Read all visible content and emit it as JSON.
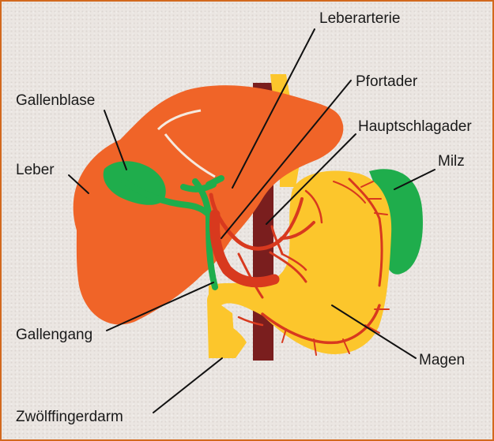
{
  "labels": {
    "leberarterie": "Leberarterie",
    "pfortader": "Pfortader",
    "hauptschlagader": "Hauptschlagader",
    "gallenblase": "Gallenblase",
    "leber": "Leber",
    "milz": "Milz",
    "gallengang": "Gallengang",
    "magen": "Magen",
    "zwoelffingerdarm": "Zwölffingerdarm"
  },
  "colors": {
    "liver": "#f06428",
    "stomach": "#fcc62c",
    "green": "#1fad4c",
    "aorta": "#7a1e1e",
    "vessel": "#d8391e",
    "frame": "#d2691e"
  }
}
